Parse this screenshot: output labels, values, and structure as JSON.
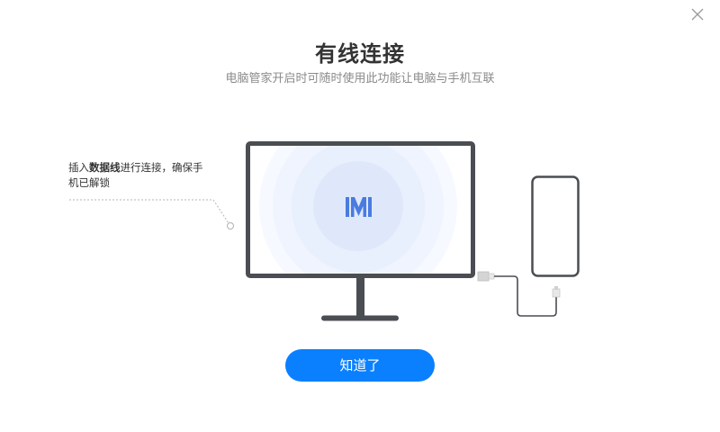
{
  "window": {
    "close_icon": "close-icon"
  },
  "header": {
    "title": "有线连接",
    "subtitle": "电脑管家开启时可随时使用此功能让电脑与手机互联"
  },
  "hint": {
    "prefix": "插入",
    "bold": "数据线",
    "suffix": "进行连接，确保手机已解锁"
  },
  "illustration": {
    "monitor_logo": "MI",
    "accent_color": "#4a7be0",
    "frame_color": "#4a4d52"
  },
  "actions": {
    "confirm_label": "知道了",
    "confirm_color": "#0a80ff"
  }
}
